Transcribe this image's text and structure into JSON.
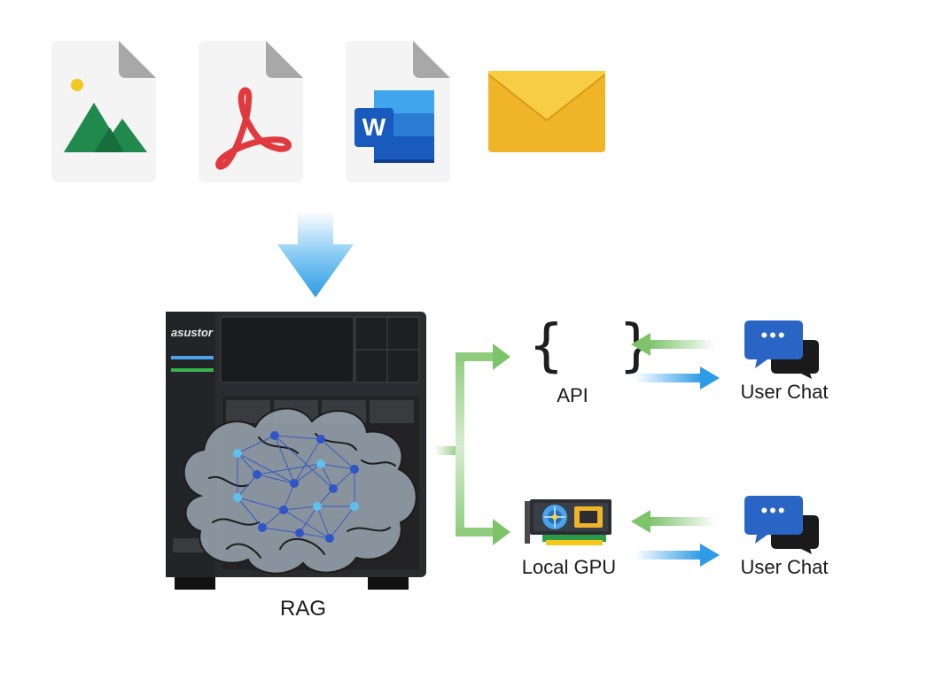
{
  "diagram": {
    "nas": {
      "brand": "asustor",
      "caption": "RAG"
    },
    "api": {
      "symbol": "{   }",
      "caption": "API"
    },
    "gpu": {
      "caption": "Local GPU"
    },
    "chat_top": {
      "caption": "User Chat",
      "bubble_text": "•••"
    },
    "chat_bottom": {
      "caption": "User Chat",
      "bubble_text": "•••"
    },
    "word_icon_letter": "W",
    "colors": {
      "blue_arrow": "#2d9be6",
      "green_arrow": "#7cc36a",
      "chat_blue": "#2a64c4",
      "brain_gray": "#9aa7b3",
      "network_blue": "#2f55c8",
      "envelope": "#f0b429"
    }
  }
}
